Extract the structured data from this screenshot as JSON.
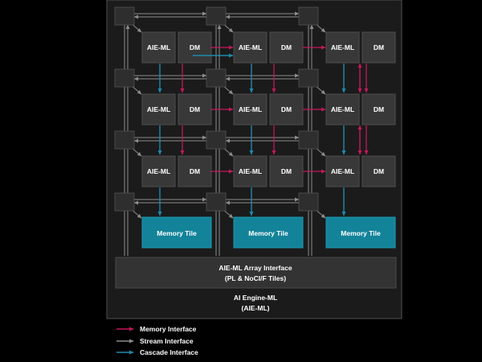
{
  "colors": {
    "background": "#000000",
    "frame_fill": "#1b1b1b",
    "frame_border": "#505050",
    "tile_fill": "#383838",
    "switch_fill": "#2e2e2e",
    "memory_tile": "#13839a",
    "array_interface": "#333333",
    "memory_interface": "#c2185b",
    "stream_interface": "#8c8c8c",
    "cascade_interface": "#1e8aab"
  },
  "diagram": {
    "aie_label": "AIE-ML",
    "dm_label": "DM",
    "memory_tile_label": "Memory Tile",
    "array_interface": {
      "line1": "AIE-ML Array Interface",
      "line2": "(PL & NoCI/F Tiles)"
    },
    "caption": {
      "line1": "AI Engine-ML",
      "line2": "(AIE-ML)"
    }
  },
  "legend": [
    {
      "label": "Memory Interface",
      "color_key": "memory_interface",
      "icon": "magenta-arrow-icon"
    },
    {
      "label": "Stream Interface",
      "color_key": "stream_interface",
      "icon": "gray-arrow-icon"
    },
    {
      "label": "Cascade Interface",
      "color_key": "cascade_interface",
      "icon": "teal-arrow-icon"
    }
  ]
}
